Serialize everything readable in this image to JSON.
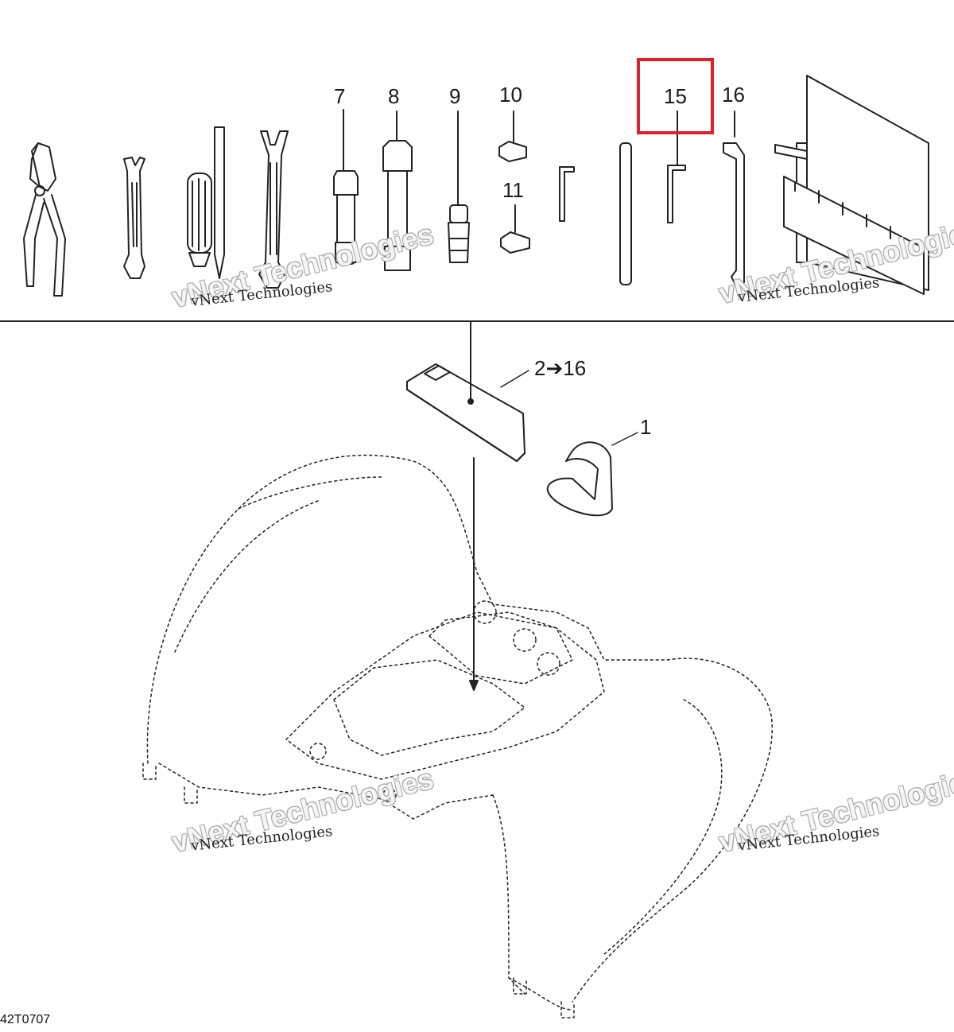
{
  "callouts": {
    "c7": "7",
    "c8": "8",
    "c9": "9",
    "c10": "10",
    "c11": "11",
    "c15": "15",
    "c16": "16",
    "c_kit": "2➔16",
    "c1": "1"
  },
  "watermark": {
    "big": "vNext Technologies",
    "small": "vNext Technologies"
  },
  "figure_code": "42T0707",
  "colors": {
    "highlight": "#e0202a",
    "line": "#222222"
  }
}
